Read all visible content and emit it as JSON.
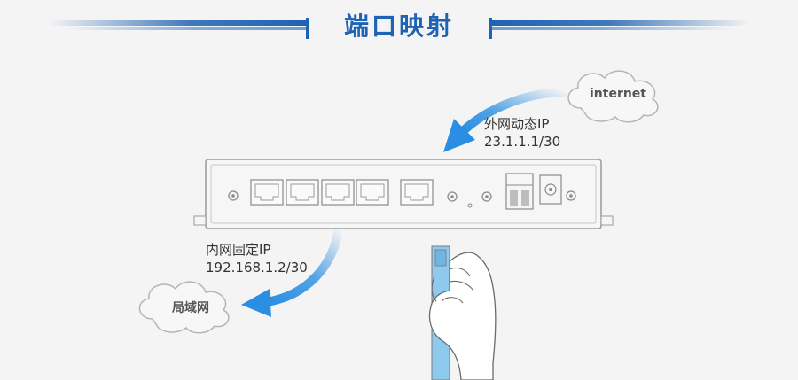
{
  "title": "端口映射",
  "colors": {
    "accent": "#1e63b4",
    "arrow": "#2a8ee2",
    "background": "#f4f4f4"
  },
  "wan": {
    "label": "外网动态IP",
    "ip": "23.1.1.1/30"
  },
  "lan": {
    "label": "内网固定IP",
    "ip": "192.168.1.2/30"
  },
  "clouds": {
    "internet": "internet",
    "lan": "局域网"
  },
  "icons": [
    "internet-cloud-icon",
    "lan-cloud-icon",
    "router-icon",
    "ethernet-port-icon",
    "hand-icon",
    "cable-icon",
    "arrow-icon"
  ]
}
